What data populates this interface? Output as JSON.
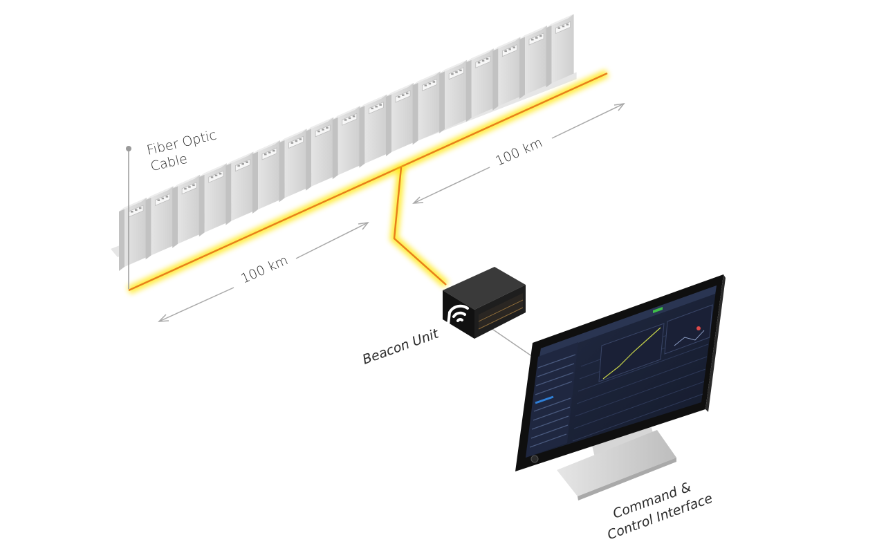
{
  "labels": {
    "fiber_line1": "Fiber Optic",
    "fiber_line2": "Cable",
    "dist_left": "100 km",
    "dist_right": "100 km",
    "beacon": "Beacon Unit",
    "cmd_line1": "Command &",
    "cmd_line2": "Control Interface"
  },
  "colors": {
    "cable_core": "#e8801a",
    "cable_glow": "#ffe600",
    "cabinet": "#d9d9d9",
    "beacon_box": "#1a1a1a",
    "monitor_bezel": "#111111",
    "screen_bg": "#1b2236",
    "accent": "#2f7fd6"
  },
  "icons": {
    "beacon_logo": "wifi-arc-icon"
  }
}
